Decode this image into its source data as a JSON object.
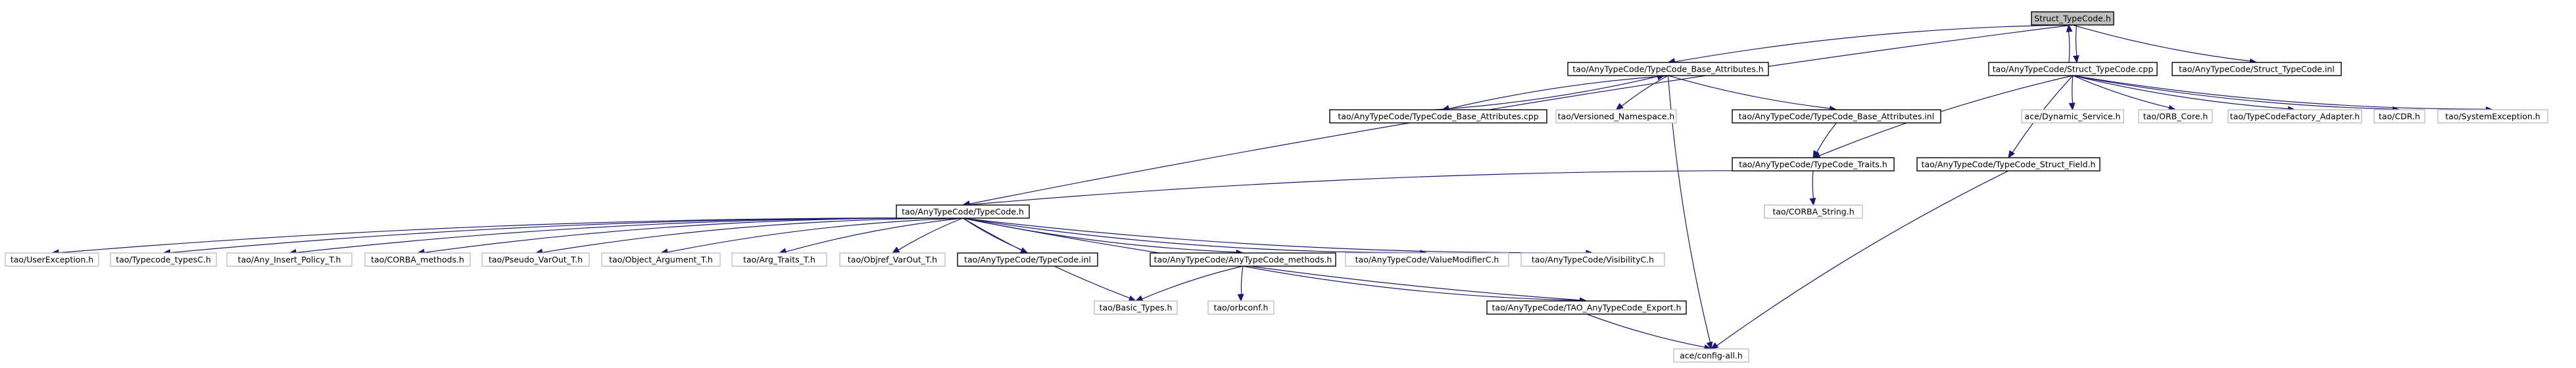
{
  "graph": {
    "nodes": [
      {
        "id": "struct_tc_h",
        "label": "Struct_TypeCode.h",
        "style": "root"
      },
      {
        "id": "base_attr_h",
        "label": "tao/AnyTypeCode/TypeCode_Base_Attributes.h",
        "style": "normal"
      },
      {
        "id": "struct_tc_cpp",
        "label": "tao/AnyTypeCode/Struct_TypeCode.cpp",
        "style": "normal"
      },
      {
        "id": "struct_tc_inl",
        "label": "tao/AnyTypeCode/Struct_TypeCode.inl",
        "style": "normal"
      },
      {
        "id": "base_attr_cpp",
        "label": "tao/AnyTypeCode/TypeCode_Base_Attributes.cpp",
        "style": "normal"
      },
      {
        "id": "versioned_ns",
        "label": "tao/Versioned_Namespace.h",
        "style": "gray"
      },
      {
        "id": "base_attr_inl",
        "label": "tao/AnyTypeCode/TypeCode_Base_Attributes.inl",
        "style": "normal"
      },
      {
        "id": "dyn_service",
        "label": "ace/Dynamic_Service.h",
        "style": "gray"
      },
      {
        "id": "orb_core",
        "label": "tao/ORB_Core.h",
        "style": "gray"
      },
      {
        "id": "tcf_adapter",
        "label": "tao/TypeCodeFactory_Adapter.h",
        "style": "gray"
      },
      {
        "id": "cdr_h",
        "label": "tao/CDR.h",
        "style": "gray"
      },
      {
        "id": "sys_exc",
        "label": "tao/SystemException.h",
        "style": "gray"
      },
      {
        "id": "tc_traits",
        "label": "tao/AnyTypeCode/TypeCode_Traits.h",
        "style": "normal"
      },
      {
        "id": "struct_field",
        "label": "tao/AnyTypeCode/TypeCode_Struct_Field.h",
        "style": "normal"
      },
      {
        "id": "corba_string",
        "label": "tao/CORBA_String.h",
        "style": "gray"
      },
      {
        "id": "typecode_h",
        "label": "tao/AnyTypeCode/TypeCode.h",
        "style": "normal"
      },
      {
        "id": "user_exc",
        "label": "tao/UserException.h",
        "style": "gray"
      },
      {
        "id": "typecode_typesc",
        "label": "tao/Typecode_typesC.h",
        "style": "gray"
      },
      {
        "id": "any_insert",
        "label": "tao/Any_Insert_Policy_T.h",
        "style": "gray"
      },
      {
        "id": "corba_methods",
        "label": "tao/CORBA_methods.h",
        "style": "gray"
      },
      {
        "id": "pseudo_varout",
        "label": "tao/Pseudo_VarOut_T.h",
        "style": "gray"
      },
      {
        "id": "obj_arg",
        "label": "tao/Object_Argument_T.h",
        "style": "gray"
      },
      {
        "id": "arg_traits",
        "label": "tao/Arg_Traits_T.h",
        "style": "gray"
      },
      {
        "id": "objref_varout",
        "label": "tao/Objref_VarOut_T.h",
        "style": "gray"
      },
      {
        "id": "typecode_inl",
        "label": "tao/AnyTypeCode/TypeCode.inl",
        "style": "normal"
      },
      {
        "id": "atc_methods",
        "label": "tao/AnyTypeCode/AnyTypeCode_methods.h",
        "style": "normal"
      },
      {
        "id": "valuemod",
        "label": "tao/AnyTypeCode/ValueModifierC.h",
        "style": "gray"
      },
      {
        "id": "visibility",
        "label": "tao/AnyTypeCode/VisibilityC.h",
        "style": "gray"
      },
      {
        "id": "basic_types",
        "label": "tao/Basic_Types.h",
        "style": "gray"
      },
      {
        "id": "orbconf",
        "label": "tao/orbconf.h",
        "style": "gray"
      },
      {
        "id": "atc_export",
        "label": "tao/AnyTypeCode/TAO_AnyTypeCode_Export.h",
        "style": "normal"
      },
      {
        "id": "config_all",
        "label": "ace/config-all.h",
        "style": "gray"
      }
    ],
    "edges": [
      [
        "struct_tc_h",
        "base_attr_h"
      ],
      [
        "struct_tc_h",
        "struct_tc_cpp"
      ],
      [
        "struct_tc_h",
        "struct_tc_inl"
      ],
      [
        "struct_tc_h",
        "typecode_h"
      ],
      [
        "struct_tc_cpp",
        "struct_tc_h"
      ],
      [
        "base_attr_h",
        "base_attr_cpp"
      ],
      [
        "base_attr_cpp",
        "base_attr_h"
      ],
      [
        "base_attr_h",
        "versioned_ns"
      ],
      [
        "base_attr_h",
        "base_attr_inl"
      ],
      [
        "base_attr_h",
        "config_all"
      ],
      [
        "struct_tc_cpp",
        "tc_traits"
      ],
      [
        "struct_tc_cpp",
        "struct_field"
      ],
      [
        "struct_tc_cpp",
        "dyn_service"
      ],
      [
        "struct_tc_cpp",
        "orb_core"
      ],
      [
        "struct_tc_cpp",
        "tcf_adapter"
      ],
      [
        "struct_tc_cpp",
        "cdr_h"
      ],
      [
        "struct_tc_cpp",
        "sys_exc"
      ],
      [
        "base_attr_inl",
        "tc_traits"
      ],
      [
        "tc_traits",
        "corba_string"
      ],
      [
        "tc_traits",
        "typecode_h"
      ],
      [
        "struct_field",
        "config_all"
      ],
      [
        "typecode_h",
        "user_exc"
      ],
      [
        "typecode_h",
        "typecode_typesc"
      ],
      [
        "typecode_h",
        "any_insert"
      ],
      [
        "typecode_h",
        "corba_methods"
      ],
      [
        "typecode_h",
        "pseudo_varout"
      ],
      [
        "typecode_h",
        "obj_arg"
      ],
      [
        "typecode_h",
        "arg_traits"
      ],
      [
        "typecode_h",
        "objref_varout"
      ],
      [
        "typecode_h",
        "typecode_inl"
      ],
      [
        "typecode_h",
        "atc_methods"
      ],
      [
        "typecode_h",
        "valuemod"
      ],
      [
        "typecode_h",
        "visibility"
      ],
      [
        "typecode_h",
        "basic_types"
      ],
      [
        "typecode_h",
        "atc_export"
      ],
      [
        "atc_methods",
        "basic_types"
      ],
      [
        "atc_methods",
        "orbconf"
      ],
      [
        "atc_methods",
        "atc_export"
      ],
      [
        "atc_export",
        "config_all"
      ]
    ]
  }
}
